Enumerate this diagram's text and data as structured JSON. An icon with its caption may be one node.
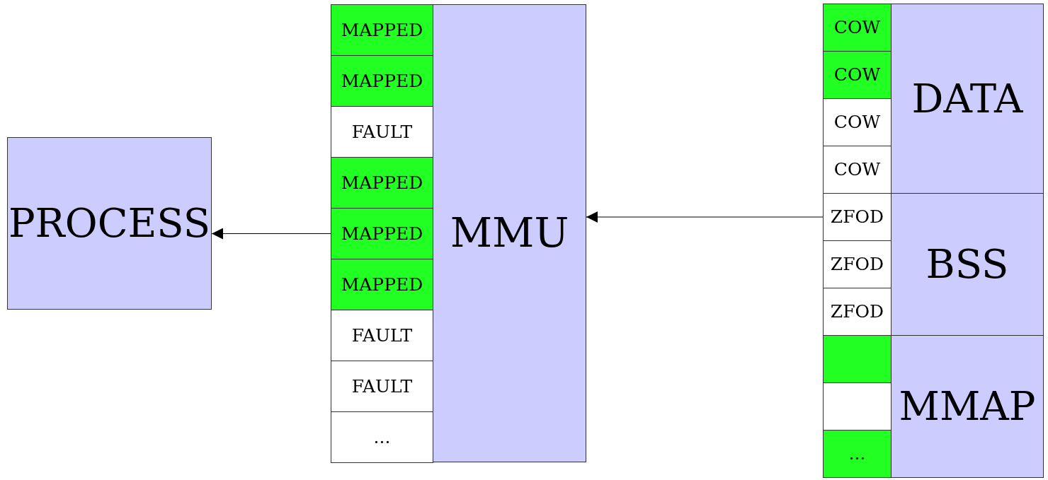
{
  "diagram": {
    "nodes": [
      {
        "text": [
          "PROCESS"
        ]
      },
      {
        "text": [
          "MAPPED"
        ]
      },
      {
        "text": [
          "MAPPED"
        ]
      },
      {
        "text": [
          "FAULT"
        ]
      },
      {
        "text": [
          "MAPPED"
        ]
      },
      {
        "text": [
          "MAPPED"
        ]
      },
      {
        "text": [
          "MAPPED"
        ]
      },
      {
        "text": [
          "FAULT"
        ]
      },
      {
        "text": [
          "FAULT"
        ]
      },
      {
        "text": [
          "..."
        ]
      },
      {
        "text": [
          "MMU"
        ]
      },
      {
        "text": [
          "COW"
        ]
      },
      {
        "text": [
          "COW"
        ]
      },
      {
        "text": [
          "COW"
        ]
      },
      {
        "text": [
          "COW"
        ]
      },
      {
        "text": [
          "ZFOD"
        ]
      },
      {
        "text": [
          "ZFOD"
        ]
      },
      {
        "text": [
          "ZFOD"
        ]
      },
      {
        "text": [],
        "shape": "box"
      },
      {
        "text": [],
        "shape": "box"
      },
      {
        "text": [
          "..."
        ]
      },
      {
        "text": [
          "DATA"
        ]
      },
      {
        "text": [
          "BSS"
        ]
      },
      {
        "text": [
          "MMAP"
        ]
      }
    ],
    "edges": [
      {
        "from": 5,
        "to": 0,
        "arrow": "to"
      },
      {
        "from": 15,
        "to": 10,
        "arrow": "to"
      }
    ]
  }
}
